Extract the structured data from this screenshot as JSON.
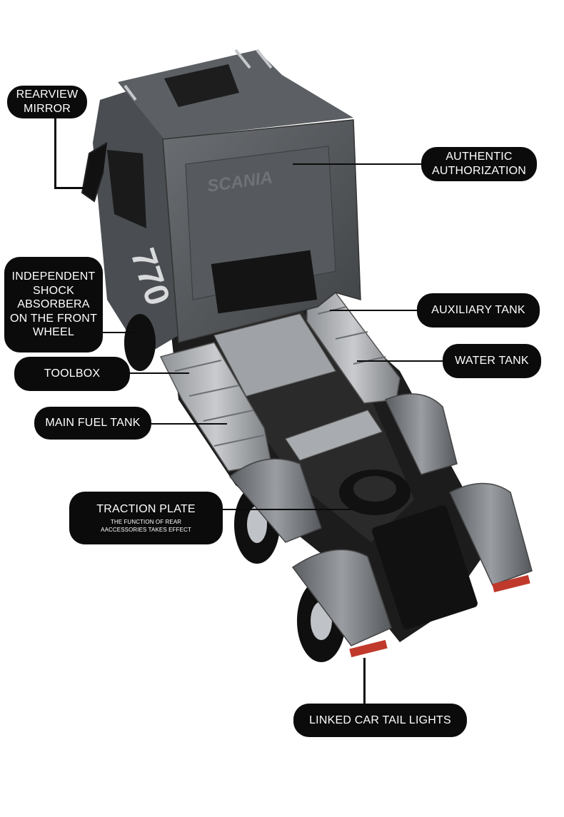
{
  "labels": {
    "rearview_mirror": [
      "REARVIEW",
      "MIRROR"
    ],
    "authentic_authorization": [
      "AUTHENTIC",
      "AUTHORIZATION"
    ],
    "independent_shock": [
      "INDEPENDENT",
      "SHOCK",
      "ABSORBERA",
      "ON THE FRONT",
      "WHEEL"
    ],
    "auxiliary_tank": "AUXILIARY TANK",
    "water_tank": "WATER TANK",
    "toolbox": "TOOLBOX",
    "main_fuel_tank": "MAIN FUEL TANK",
    "traction_plate": "TRACTION PLATE",
    "traction_plate_sub": [
      "THE FUNCTION OF REAR",
      "AACCESSORIES TAKES EFFECT"
    ],
    "linked_tail_lights": "LINKED CAR TAIL LIGHTS"
  },
  "truck": {
    "brand_text": "SCANIA",
    "side_number": "770"
  },
  "colors": {
    "callout_bg": "#0b0b0b",
    "callout_text": "#ffffff",
    "cab_body": "#55585c",
    "chassis": "#1a1a1a",
    "tail_light": "#c0392b"
  }
}
